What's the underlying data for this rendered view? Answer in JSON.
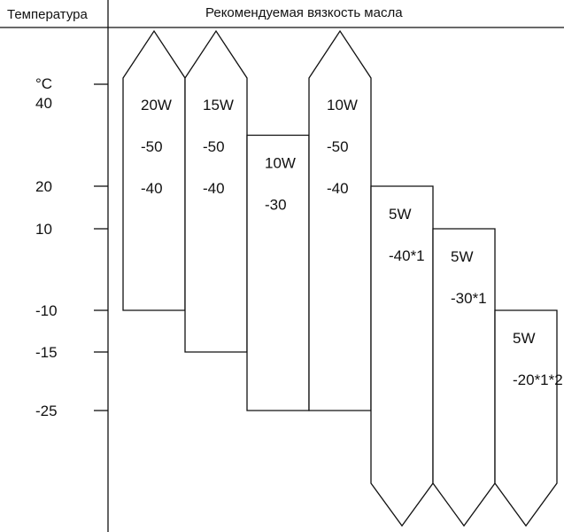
{
  "header": {
    "left_title": "Температура",
    "right_title": "Рекомендуемая вязкость масла"
  },
  "axis": {
    "unit": "°C"
  },
  "chart_data": {
    "type": "range-bar",
    "ticks": [
      {
        "value": 40,
        "label": "40"
      },
      {
        "value": 20,
        "label": "20"
      },
      {
        "value": 10,
        "label": "10"
      },
      {
        "value": -10,
        "label": "-10"
      },
      {
        "value": -15,
        "label": "-15"
      },
      {
        "value": -25,
        "label": "-25"
      }
    ],
    "bands": [
      {
        "label": "20W",
        "lines": [
          "-50",
          "-40"
        ],
        "min": -10,
        "max": null
      },
      {
        "label": "15W",
        "lines": [
          "-50",
          "-40"
        ],
        "min": -15,
        "max": null
      },
      {
        "label": "10W",
        "lines": [
          "-30"
        ],
        "min": -25,
        "max": 30
      },
      {
        "label": "10W",
        "lines": [
          "-50",
          "-40"
        ],
        "min": -25,
        "max": null
      },
      {
        "label": "5W",
        "lines": [
          "-40*1"
        ],
        "min": null,
        "max": 20
      },
      {
        "label": "5W",
        "lines": [
          "-30*1"
        ],
        "min": null,
        "max": 10
      },
      {
        "label": "5W",
        "lines": [
          "-20*1*2"
        ],
        "min": null,
        "max": -10
      }
    ]
  }
}
